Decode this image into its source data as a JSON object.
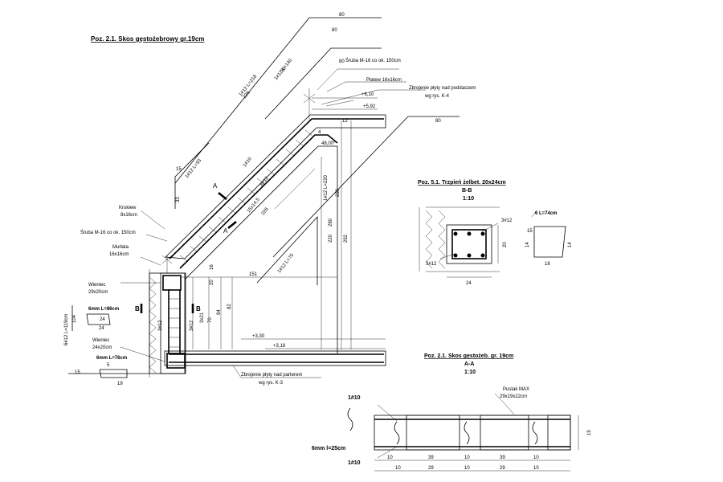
{
  "titles": {
    "main": "Poz. 2.1. Skos gęstożebrowy gr.19cm",
    "col_title": "Poz. 5.1. Trzpień żelbet. 20x24cm",
    "col_section": "B-B",
    "col_scale": "1:10",
    "sec_title": "Poz. 2.1. Skos gęstożeb. gr. 19cm",
    "sec_section": "A-A",
    "sec_scale": "1:10"
  },
  "labels": {
    "sruba_top": "Śruba M-16 co ok. 150cm",
    "platew": "Płatew 16x16cm",
    "zbroj_pod1": "Zbrojenie płyty nad poddaszem",
    "zbroj_pod2": "wg rys. K-4",
    "krokiew1": "Krokiew",
    "krokiew2": "8x16cm",
    "sruba_low": "Śruba M-16 co ok. 150cm",
    "murlata1": "Murłata",
    "murlata2": "16x16cm",
    "wieniec1a": "Wieniec",
    "wieniec1b": "29x20cm",
    "wieniec2a": "Wieniec",
    "wieniec2b": "24x20cm",
    "zbroj_par1": "Zbrojenie płyty nad parterem",
    "zbroj_par2": "wg rys. K-3",
    "pustak1": "Pustak MAX",
    "pustak2": "29x19x22cm"
  },
  "levels": {
    "l610": "+6,10",
    "l592": "+5,92",
    "l330": "+3,30",
    "l318": "+3,18"
  },
  "dims": {
    "d80a": "80",
    "d80b": "80",
    "d80c": "80",
    "d80d": "80",
    "d80e": "80",
    "d226a": "226",
    "d226b": "226",
    "angle": "48,00°",
    "d220": "220",
    "d230": "230",
    "d280": "280",
    "d292": "292",
    "d151": "151",
    "d16": "16",
    "d20": "20",
    "d94": "94",
    "d82": "82",
    "d70": "70",
    "d33": "33",
    "d15a": "15",
    "d15b": "15",
    "d104": "104",
    "d24a": "24",
    "d24b": "24",
    "d19": "19",
    "d5": "5",
    "d12": "12",
    "d4": "4",
    "c20": "20",
    "c24": "24",
    "c14a": "14",
    "c14b": "14",
    "c18": "18",
    "c15": "15",
    "s19": "19",
    "s10a": "10",
    "s39a": "39",
    "s10b": "10",
    "s39b": "39",
    "s10c": "10",
    "s10d": "10",
    "s29a": "29",
    "s10e": "10",
    "s29b": "29",
    "s10f": "10"
  },
  "bars": {
    "b218": "1#12 L=218",
    "b140": "1#12 L=140",
    "b93": "1#12 L=93",
    "b10a": "1#10",
    "b10b": "1#10",
    "b115": "15x14,5",
    "b6": "8#12",
    "b220": "1#12 L=220",
    "b70": "1#12 L=70",
    "b3x12": "3#12",
    "b3x12b": "3#12",
    "b3x21": "3x21",
    "b6L119": "6#12 L=119cm",
    "st86": "6mm L=86cm",
    "st76": "6mm L=76cm",
    "col3a": "3#12",
    "col3b": "3#12",
    "col_st": "6 L=74cm",
    "sec_b1": "1#10",
    "sec_b2": "1#10",
    "sec_st": "6mm l=25cm"
  },
  "markers": {
    "secA1": "A",
    "secA2": "A",
    "secB1": "B",
    "secB2": "B"
  }
}
